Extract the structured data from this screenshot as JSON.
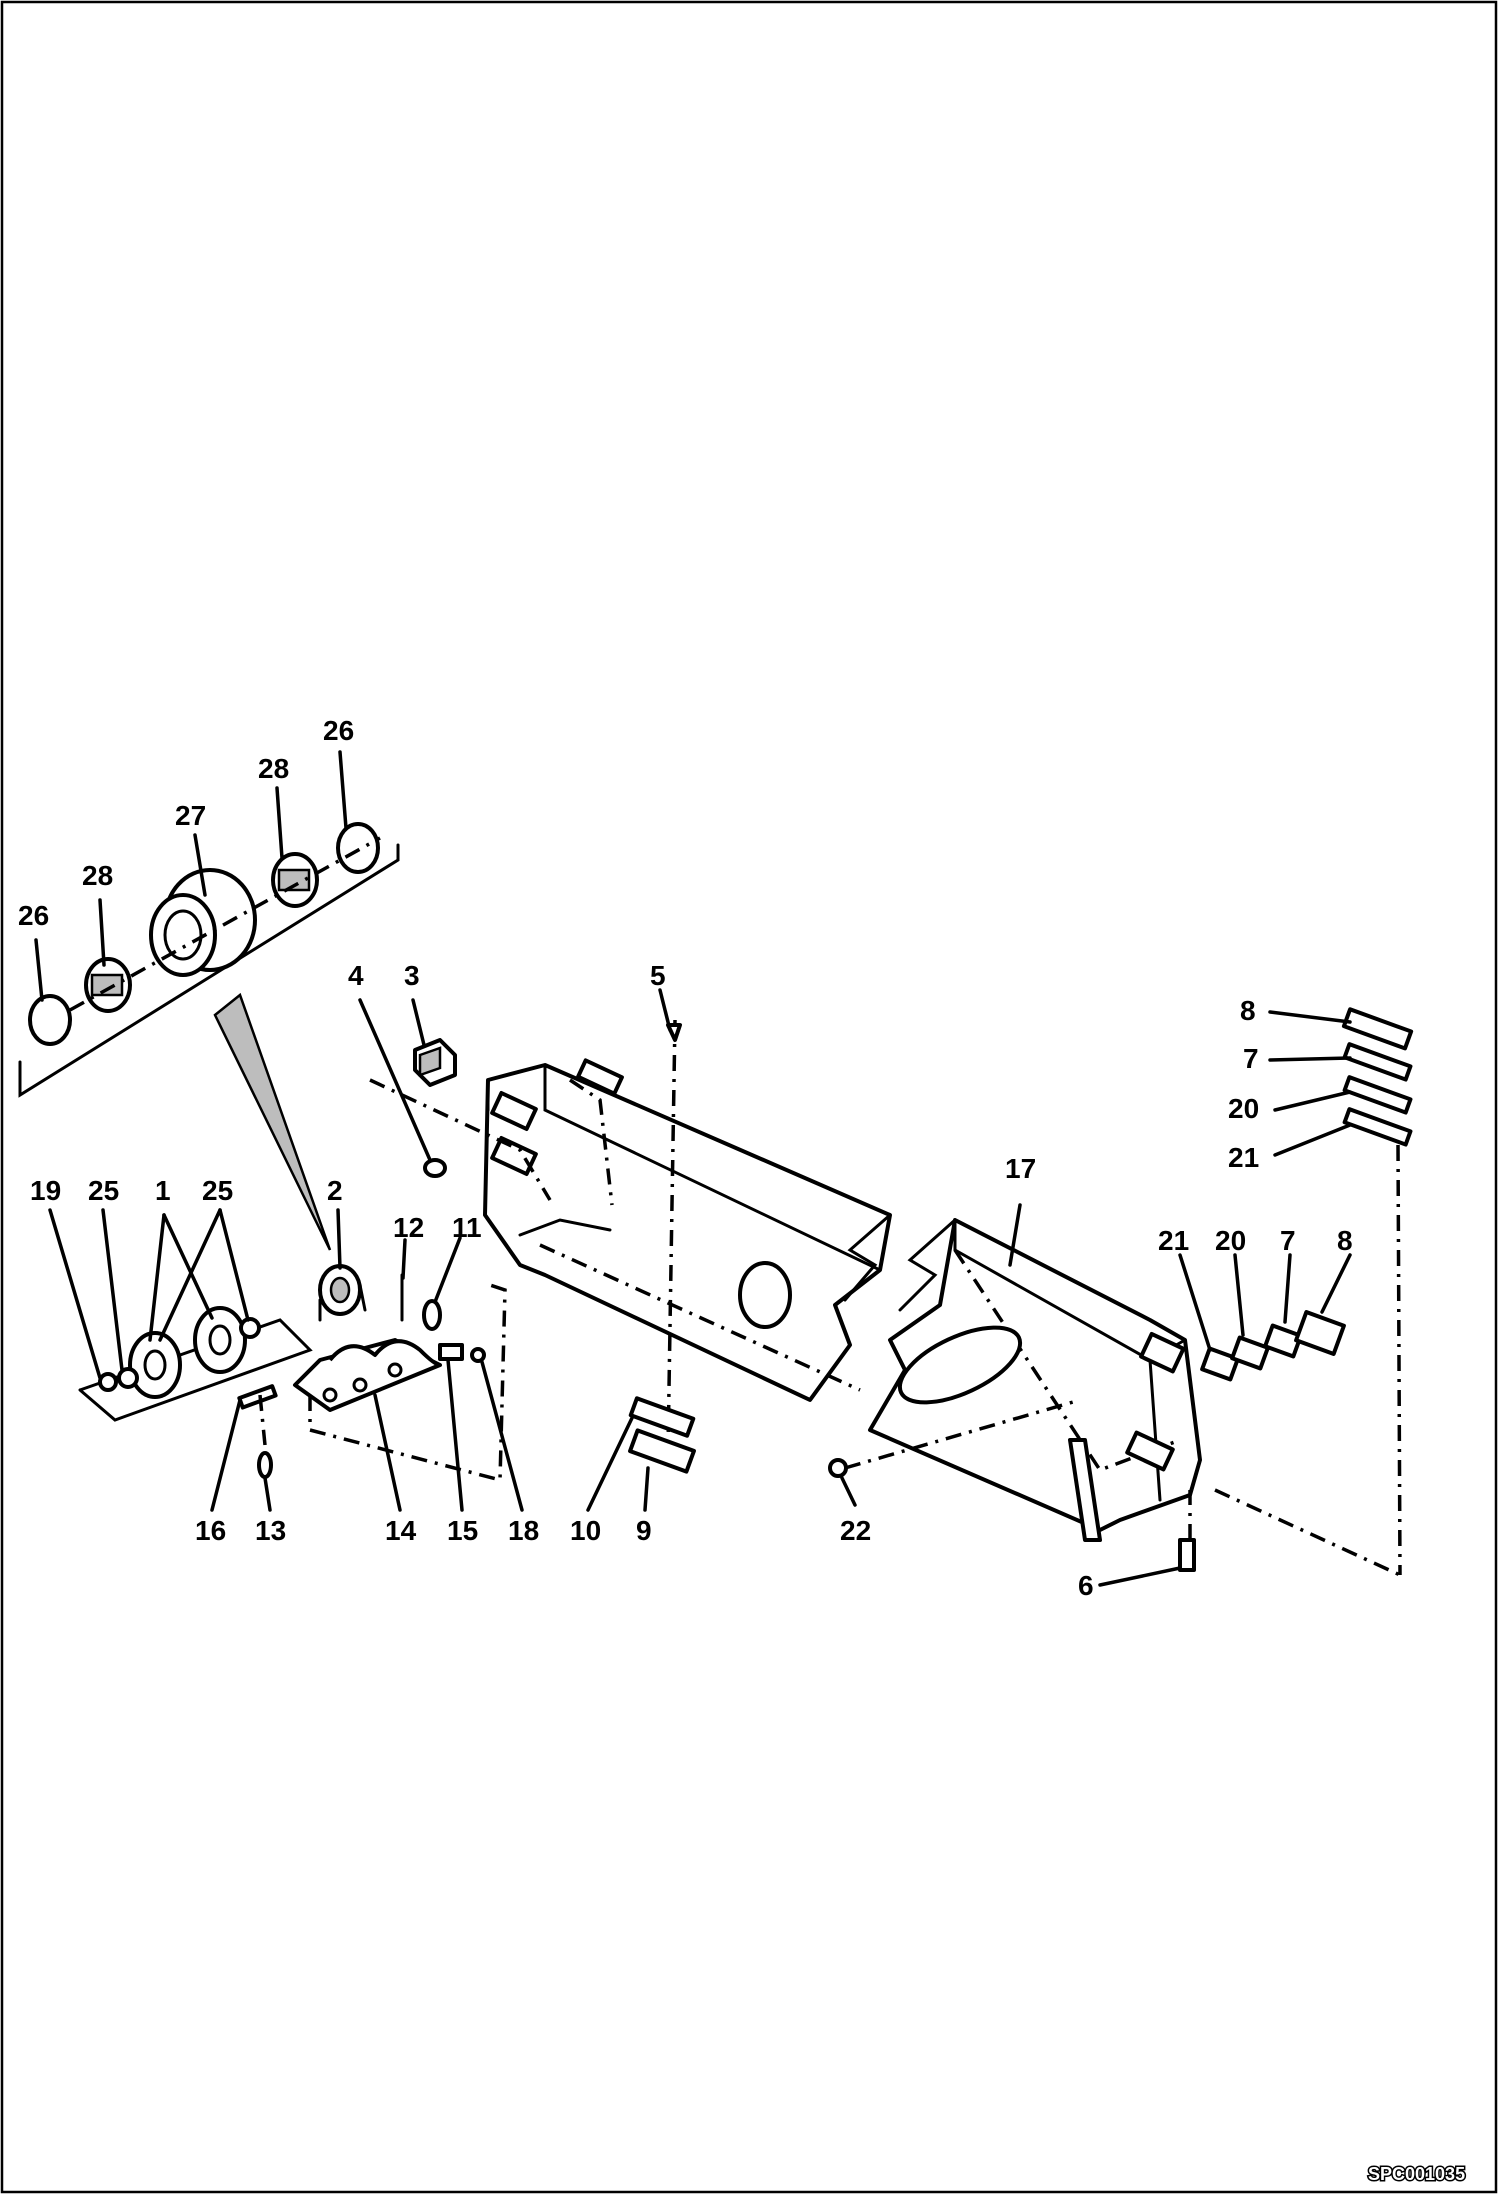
{
  "diagram": {
    "document_code": "SPC001035",
    "callouts": {
      "c26a": "26",
      "c28a": "28",
      "c27": "27",
      "c28b": "28",
      "c26b": "26",
      "c4": "4",
      "c3": "3",
      "c5": "5",
      "c8a": "8",
      "c7a": "7",
      "c20a": "20",
      "c21a": "21",
      "c17": "17",
      "c19": "19",
      "c25a": "25",
      "c1": "1",
      "c25b": "25",
      "c2": "2",
      "c12": "12",
      "c11": "11",
      "c21b": "21",
      "c20b": "20",
      "c7b": "7",
      "c8b": "8",
      "c16": "16",
      "c13": "13",
      "c14": "14",
      "c15": "15",
      "c18": "18",
      "c10": "10",
      "c9": "9",
      "c22": "22",
      "c6": "6"
    }
  }
}
